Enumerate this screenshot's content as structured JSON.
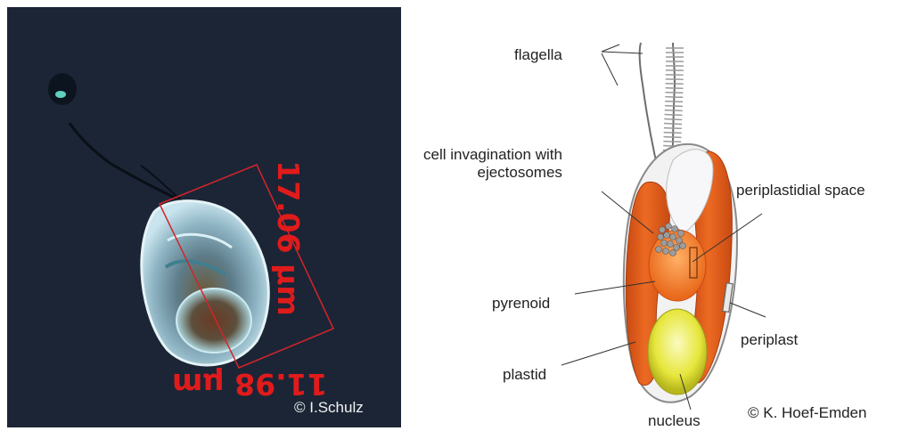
{
  "photo": {
    "measurement_length": "17.06 µm",
    "measurement_width": "11.98 µm",
    "credit": "© I.Schulz"
  },
  "diagram": {
    "labels": {
      "flagella": "flagella",
      "cell_invagination": "cell invagination with\nejectosomes",
      "periplastidial_space": "periplastidial space",
      "pyrenoid": "pyrenoid",
      "periplast": "periplast",
      "plastid": "plastid",
      "nucleus": "nucleus"
    },
    "credit": "© K. Hoef-Emden"
  },
  "colors": {
    "photo_bg": "#1b2536",
    "measure_red": "#e01b1b",
    "plastid_orange": "#e2641c",
    "pyrenoid_orange": "#f08a2a",
    "nucleus_yellow": "#e8e84a"
  }
}
